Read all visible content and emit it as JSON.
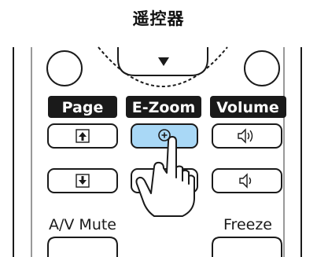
{
  "caption": "遥控器",
  "labels": {
    "page": "Page",
    "ezoom": "E-Zoom",
    "volume": "Volume",
    "av_mute": "A/V Mute",
    "freeze": "Freeze"
  },
  "icons": {
    "nav_arrow": "down-triangle-icon",
    "page_up": "arrow-up-icon",
    "page_down": "arrow-down-icon",
    "zoom_in": "zoom-in-icon",
    "volume_up": "speaker-loud-icon",
    "volume_down": "speaker-quiet-icon",
    "hand": "pointing-hand-icon"
  },
  "colors": {
    "label_bg": "#1a1a1a",
    "label_text": "#ffffff",
    "highlight": "#a9d8f6",
    "outline": "#1a1a1a"
  }
}
